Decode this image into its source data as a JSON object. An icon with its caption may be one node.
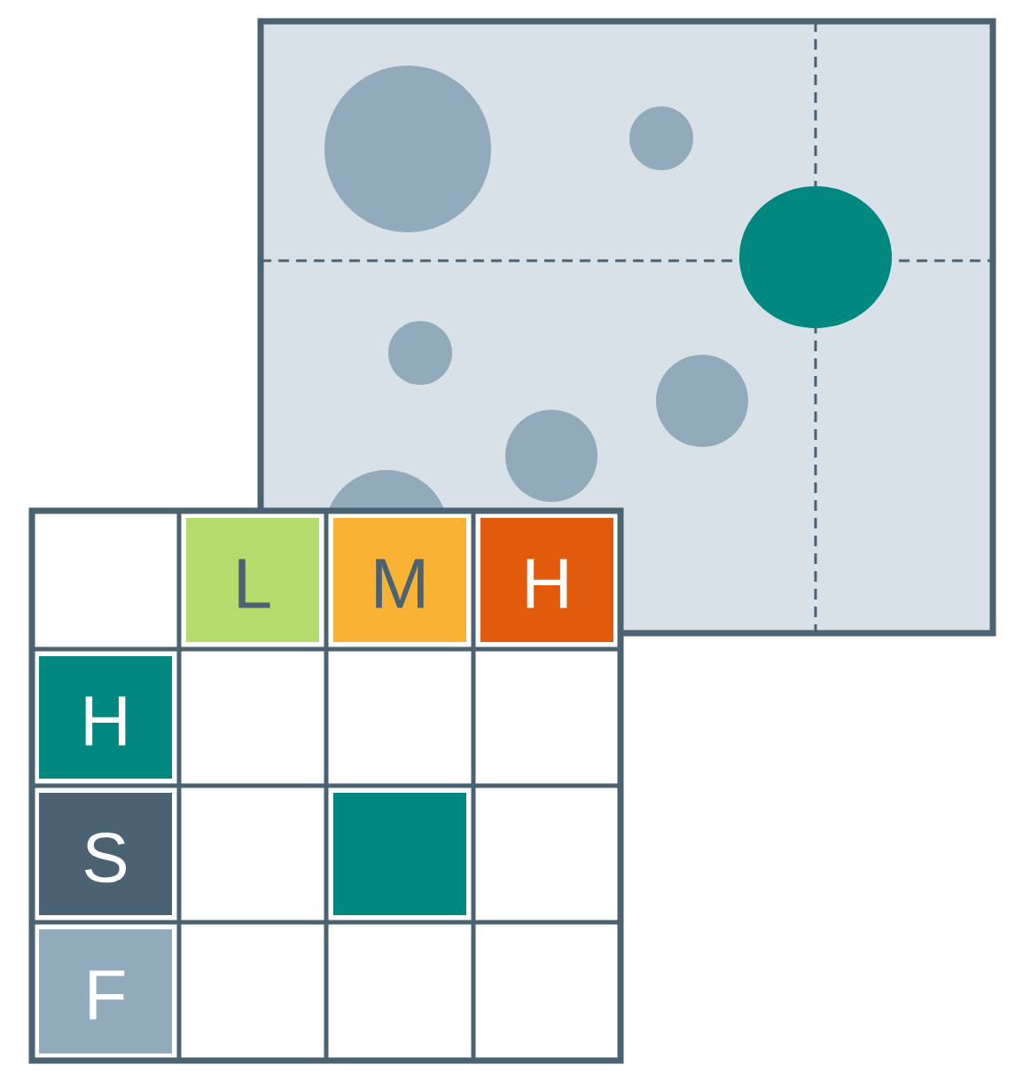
{
  "diagram": {
    "labels": [
      "L",
      "M",
      "H",
      "H",
      "S",
      "F"
    ]
  }
}
